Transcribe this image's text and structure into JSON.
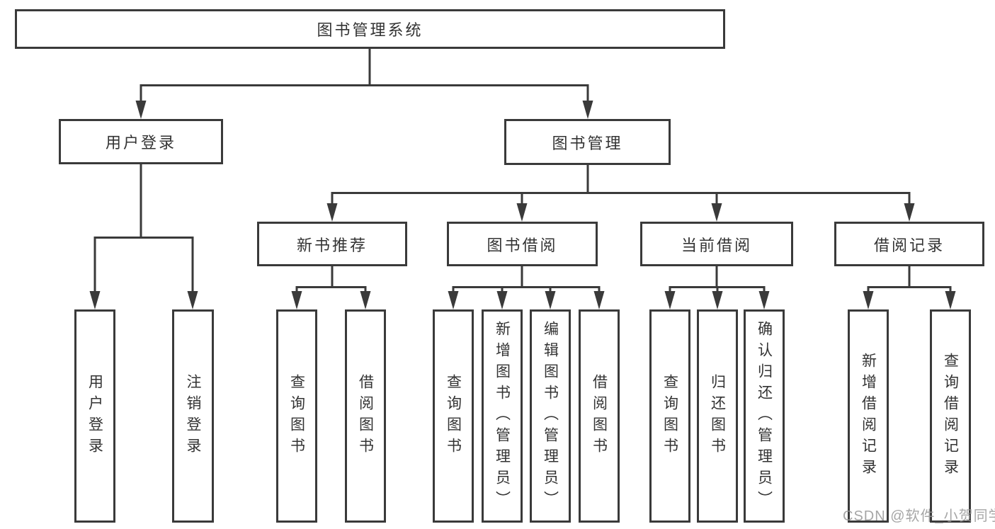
{
  "tree": {
    "root": {
      "label": "图书管理系统"
    },
    "branches": [
      {
        "label": "用户登录",
        "children": [
          {
            "label": "用户登录"
          },
          {
            "label": "注销登录"
          }
        ]
      },
      {
        "label": "图书管理",
        "sections": [
          {
            "label": "新书推荐",
            "children": [
              {
                "label": "查询图书"
              },
              {
                "label": "借阅图书"
              }
            ]
          },
          {
            "label": "图书借阅",
            "children": [
              {
                "label": "查询图书"
              },
              {
                "label": "新增图书（管理员）"
              },
              {
                "label": "编辑图书（管理员）"
              },
              {
                "label": "借阅图书"
              }
            ]
          },
          {
            "label": "当前借阅",
            "children": [
              {
                "label": "查询图书"
              },
              {
                "label": "归还图书"
              },
              {
                "label": "确认归还（管理员）"
              }
            ]
          },
          {
            "label": "借阅记录",
            "children": [
              {
                "label": "新增借阅记录"
              },
              {
                "label": "查询借阅记录"
              }
            ]
          }
        ]
      }
    ]
  },
  "watermark": {
    "text": "CSDN @软件_小贺同学"
  },
  "colors": {
    "line": "#3a3a3a",
    "text": "#333333",
    "background": "#ffffff",
    "watermark": "#969696"
  }
}
